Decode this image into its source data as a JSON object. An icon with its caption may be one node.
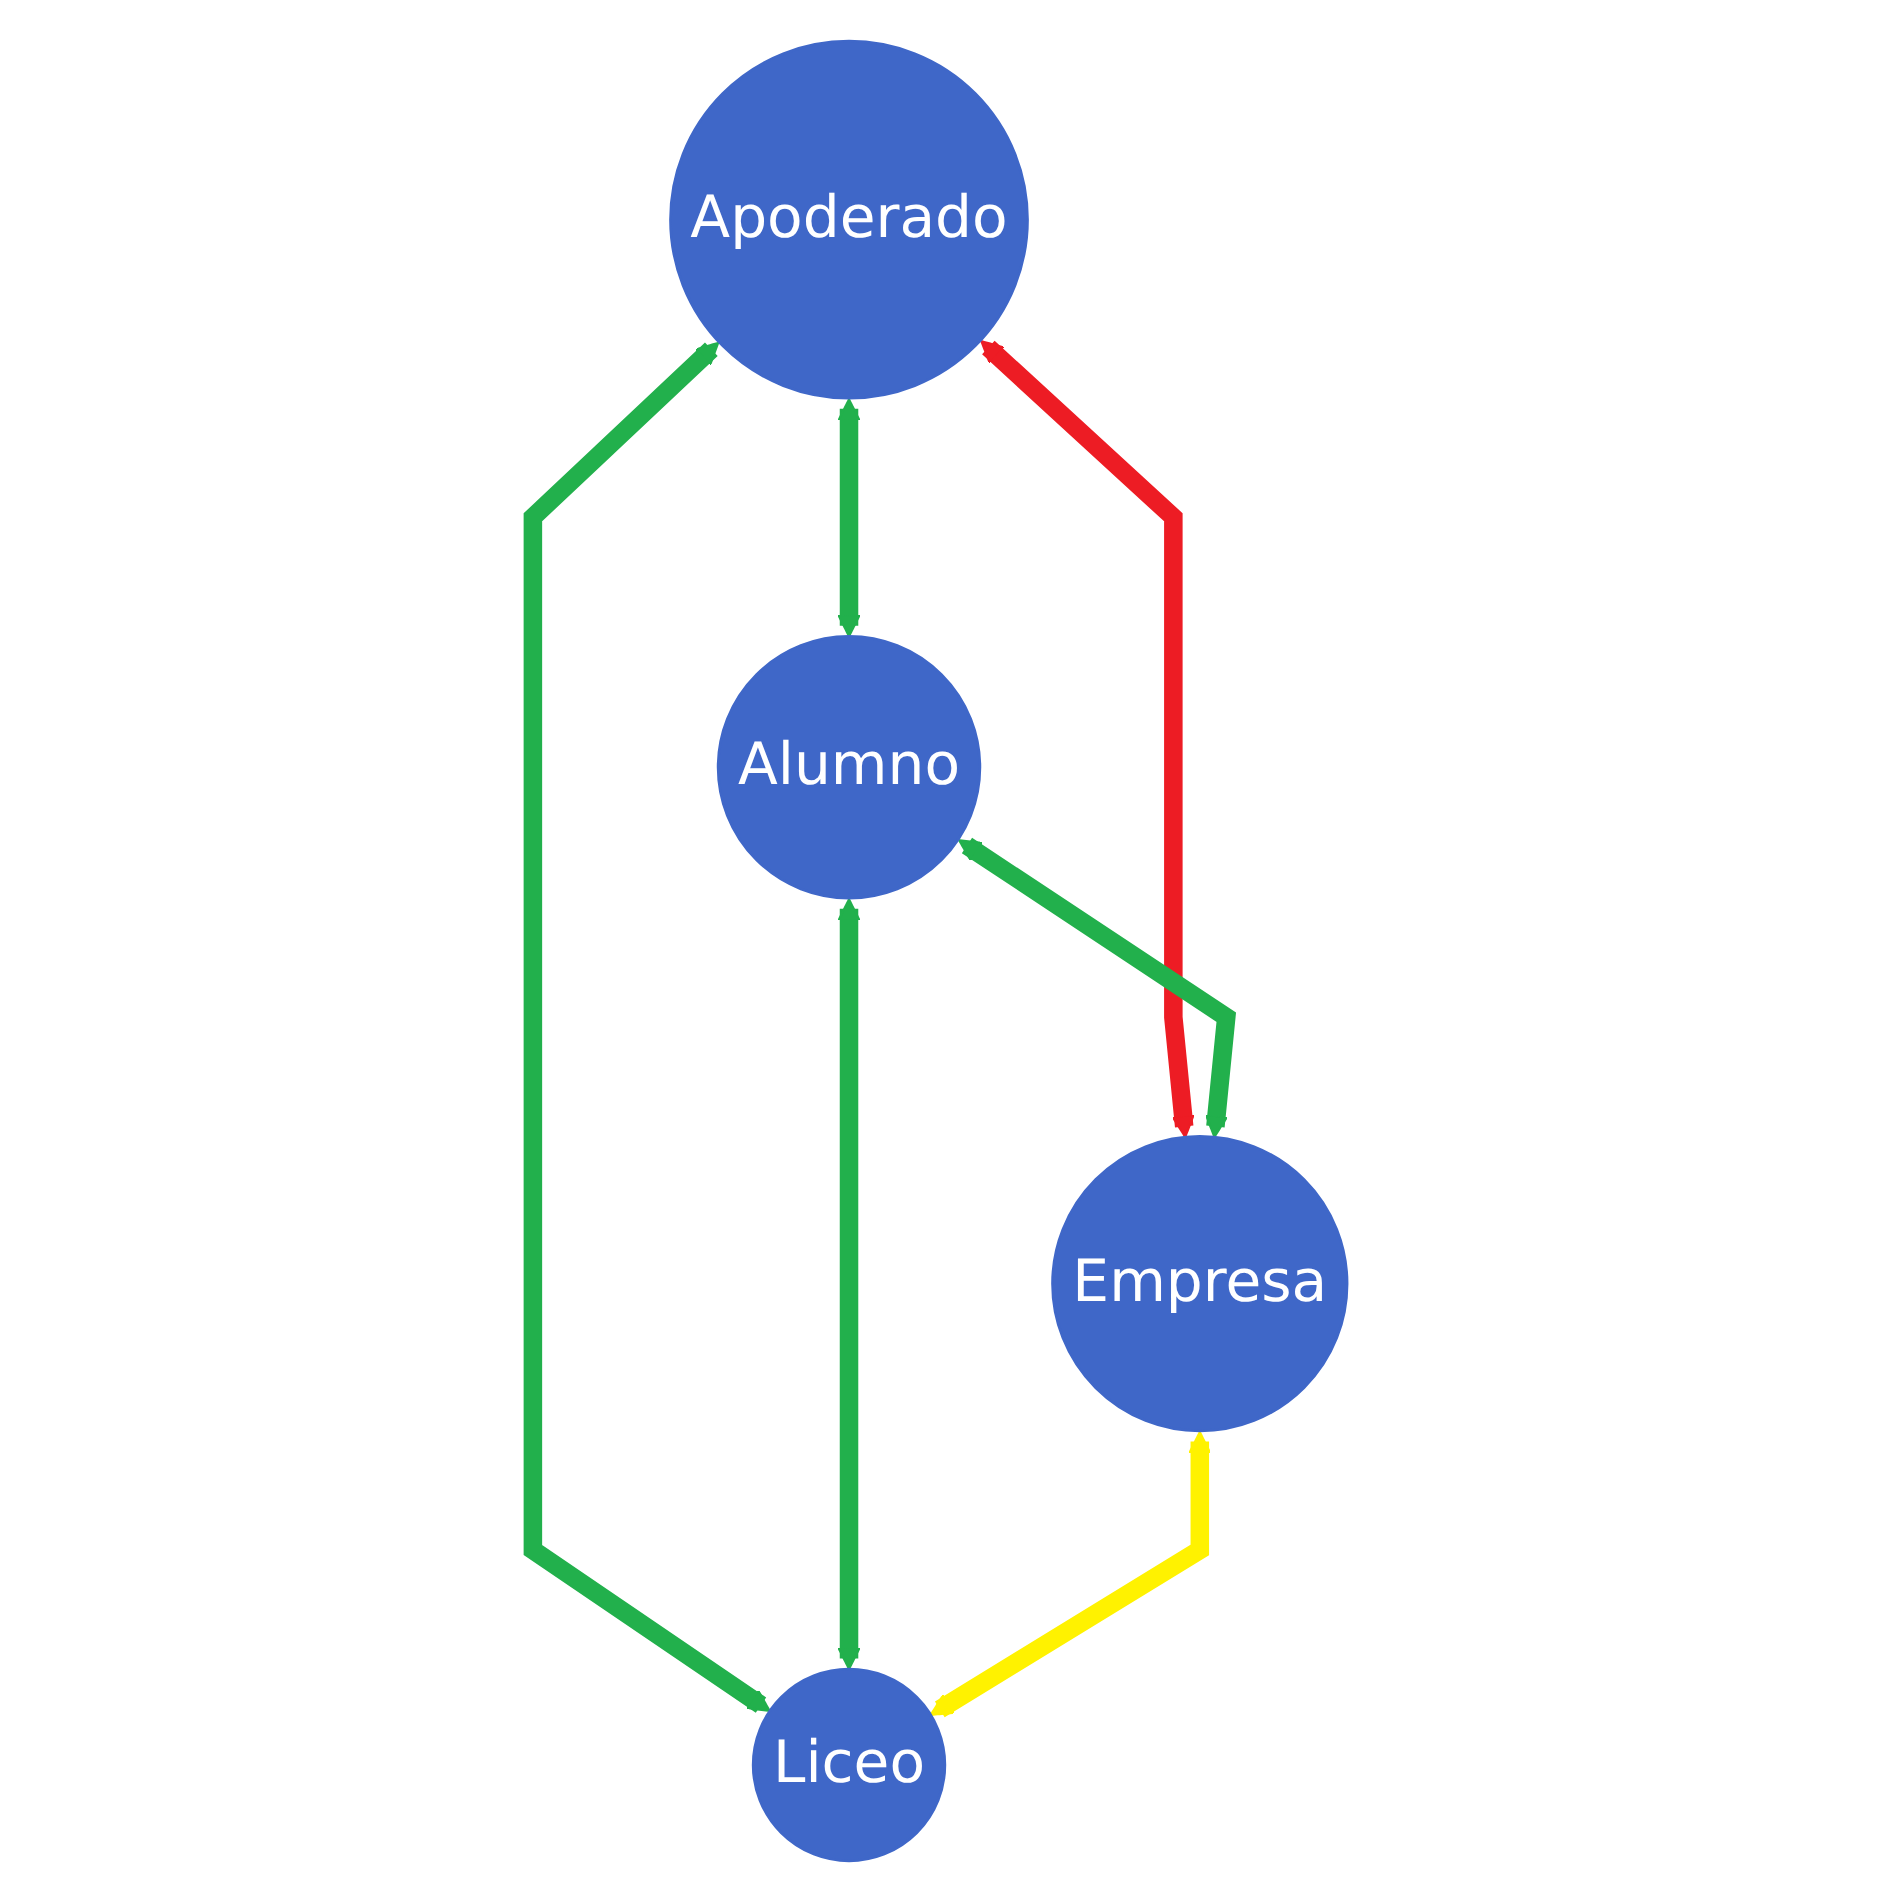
{
  "diagram": {
    "nodes": [
      {
        "text": [
          "Apoderado"
        ]
      },
      {
        "text": [
          "Alumno"
        ]
      },
      {
        "text": [
          "Empresa"
        ]
      },
      {
        "text": [
          "Liceo"
        ]
      }
    ],
    "edges": [
      {
        "from": 0,
        "to": 1,
        "arrow": "both"
      },
      {
        "from": 0,
        "to": 2,
        "arrow": "both",
        "color": "#ed1c24"
      },
      {
        "from": 1,
        "to": 2,
        "arrow": "both"
      },
      {
        "from": 0,
        "to": 3,
        "arrow": "both"
      },
      {
        "from": 1,
        "to": 3,
        "arrow": "both"
      },
      {
        "from": 2,
        "to": 3,
        "arrow": "both",
        "color": "#fff200"
      }
    ]
  }
}
